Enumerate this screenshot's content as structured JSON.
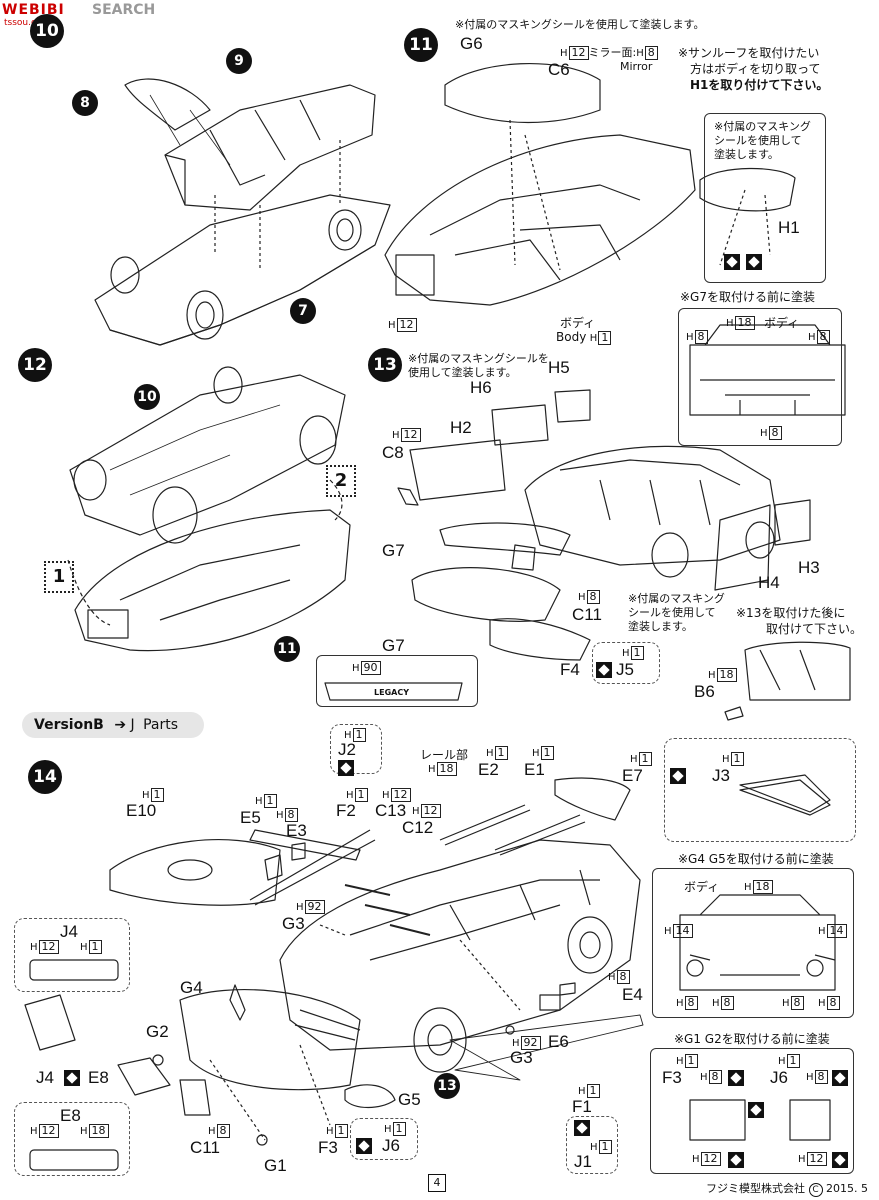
{
  "watermark": {
    "site": "SEARCH",
    "logo": "WEBIBI",
    "sub": "tssou.com"
  },
  "steps": {
    "s10": "10",
    "s11": "11",
    "s12": "12",
    "s13": "13",
    "s14": "14"
  },
  "s10": {
    "p8": "8",
    "p9": "9",
    "p7": "7"
  },
  "s11": {
    "note_mask": "※付属のマスキングシールを使用して塗装します。",
    "g6": "G6",
    "c6": "C6",
    "mirror_jp": "ミラー面:",
    "mirror_en": "Mirror",
    "sunroof_1": "※サンルーフを取付けたい",
    "sunroof_2": "方はボディを切り取って",
    "sunroof_3": "H1を取り付けて下さい。",
    "box_note_1": "※付属のマスキング",
    "box_note_2": "シールを使用して",
    "box_note_3": "塗装します。",
    "h1": "H1",
    "body_jp": "ボディ",
    "body_en": "Body",
    "h12": "12",
    "h8": "8",
    "h1n": "1"
  },
  "g7box": {
    "title": "※G7を取付ける前に塗装",
    "body": "ボディ",
    "h8": "8",
    "h18": "18"
  },
  "s12": {
    "p10": "10",
    "p11": "11",
    "d1": "1",
    "d2": "2"
  },
  "s13": {
    "note_1": "※付属のマスキングシールを",
    "note_2": "使用して塗装します。",
    "h6": "H6",
    "h5": "H5",
    "h2": "H2",
    "c8": "C8",
    "g7": "G7",
    "c11": "C11",
    "h3": "H3",
    "h4": "H4",
    "f4": "F4",
    "j5": "J5",
    "mask_1": "※付属のマスキング",
    "mask_2": "シールを使用して",
    "mask_3": "塗装します。",
    "h12": "12",
    "h8": "8",
    "h1": "1"
  },
  "g7detail": {
    "title": "G7",
    "h90": "90",
    "legacy": "LEGACY"
  },
  "b6": {
    "note_1": "※13を取付けた後に",
    "note_2": "取付けて下さい。",
    "b6": "B6",
    "h18": "18"
  },
  "version": {
    "label": "VersionB",
    "arrow": "J",
    "parts": "Parts"
  },
  "s14": {
    "j2": "J2",
    "rail": "レール部",
    "e2": "E2",
    "e1": "E1",
    "e7": "E7",
    "j3": "J3",
    "e10": "E10",
    "e5": "E5",
    "f2": "F2",
    "c13": "C13",
    "c12": "C12",
    "e3": "E3",
    "g3a": "G3",
    "g3b": "G3",
    "g4": "G4",
    "e4": "E4",
    "g2": "G2",
    "e6": "E6",
    "j4": "J4",
    "e8": "E8",
    "c11": "C11",
    "g1": "G1",
    "f3": "F3",
    "j6": "J6",
    "g5": "G5",
    "f1": "F1",
    "j1": "J1",
    "j4box": "J4",
    "e8box": "E8",
    "h1": "1",
    "h8": "8",
    "h12": "12",
    "h18": "18",
    "h92": "92"
  },
  "g4g5box": {
    "title": "※G4 G5を取付ける前に塗装",
    "body": "ボディ",
    "h18": "18",
    "h14": "14",
    "h8": "8"
  },
  "g1g2box": {
    "title": "※G1 G2を取付ける前に塗装",
    "f3": "F3",
    "j6": "J6",
    "h1": "1",
    "h8": "8",
    "h12": "12"
  },
  "footer": {
    "page": "4",
    "company": "フジミ模型株式会社",
    "copy": "C",
    "date": "2015. 5"
  }
}
